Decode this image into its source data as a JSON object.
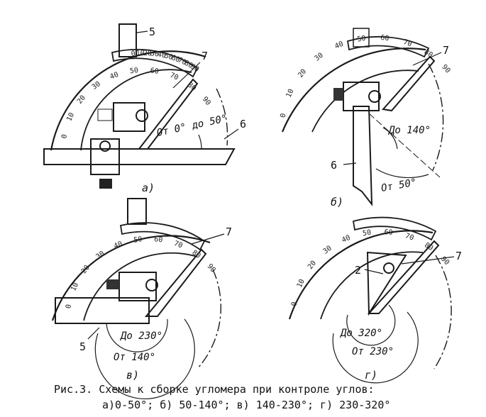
{
  "panels": [
    {
      "letter": "а)",
      "range_text": "От 0° до 50°",
      "scale_outer": [
        "0",
        "10",
        "20",
        "30",
        "40",
        "50",
        "60",
        "70",
        "80",
        "90"
      ],
      "scale_inner": [
        "0",
        "10",
        "20",
        "30",
        "40",
        "50",
        "60",
        "70",
        "80",
        "90"
      ],
      "parts": [
        "5",
        "7",
        "6"
      ]
    },
    {
      "letter": "б)",
      "range_text": [
        "До 140°",
        "От 50°"
      ],
      "scale_outer": [
        "0",
        "10",
        "20",
        "30",
        "40",
        "50",
        "60",
        "70",
        "80",
        "90"
      ],
      "parts": [
        "7",
        "6"
      ]
    },
    {
      "letter": "в)",
      "range_text": [
        "До 230°",
        "От 140°"
      ],
      "scale_outer": [
        "0",
        "10",
        "20",
        "30",
        "40",
        "50",
        "60",
        "70",
        "80",
        "90"
      ],
      "parts": [
        "7",
        "5"
      ]
    },
    {
      "letter": "г)",
      "range_text": [
        "До 320°",
        "От 230°"
      ],
      "scale_outer": [
        "0",
        "10",
        "20",
        "30",
        "40",
        "50",
        "60",
        "70",
        "80",
        "90"
      ],
      "parts": [
        "2",
        "7"
      ]
    }
  ],
  "caption": {
    "line1": "Рис.3. Схемы к сборке угломера при контроле углов:",
    "line2": "а)0-50°; б) 50-140°; в) 140-230°; г) 230-320°"
  }
}
